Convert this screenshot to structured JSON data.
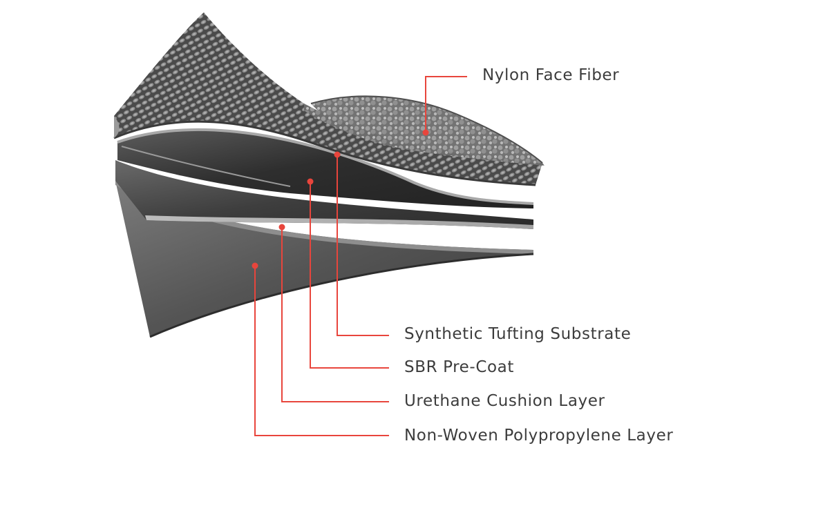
{
  "diagram": {
    "accent_color": "#e8453c",
    "layers": [
      {
        "id": "nylon-face-fiber",
        "label": "Nylon Face Fiber"
      },
      {
        "id": "synthetic-tufting-substrate",
        "label": "Synthetic Tufting Substrate"
      },
      {
        "id": "sbr-pre-coat",
        "label": "SBR Pre-Coat"
      },
      {
        "id": "urethane-cushion-layer",
        "label": "Urethane Cushion Layer"
      },
      {
        "id": "non-woven-polypropylene-layer",
        "label": "Non-Woven Polypropylene Layer"
      }
    ]
  }
}
